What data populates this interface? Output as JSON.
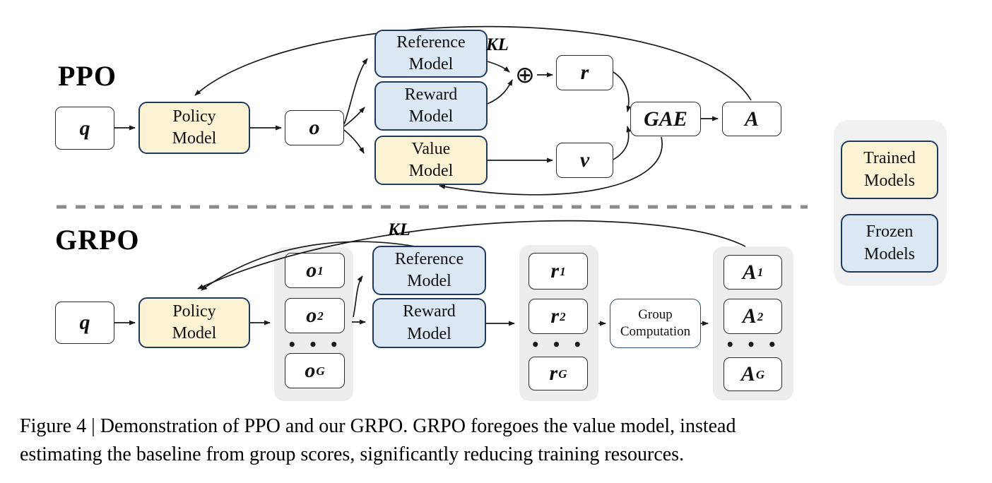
{
  "ppo": {
    "label": "PPO",
    "q": "q",
    "policy_model": "Policy\nModel",
    "o": "o",
    "reference_model": "Reference\nModel",
    "reward_model": "Reward\nModel",
    "value_model": "Value\nModel",
    "kl_label": "KL",
    "oplus": "⊕",
    "r": "r",
    "v": "v",
    "gae": "GAE",
    "advantage": "A"
  },
  "grpo": {
    "label": "GRPO",
    "q": "q",
    "policy_model": "Policy\nModel",
    "reference_model": "Reference\nModel",
    "reward_model": "Reward\nModel",
    "kl_label": "KL",
    "group_computation": "Group\nComputation",
    "ellipsis": "• • •",
    "outputs": [
      {
        "base": "o",
        "sub": "1"
      },
      {
        "base": "o",
        "sub": "2"
      },
      {
        "base": "o",
        "sub": "G"
      }
    ],
    "rewards": [
      {
        "base": "r",
        "sub": "1"
      },
      {
        "base": "r",
        "sub": "2"
      },
      {
        "base": "r",
        "sub": "G"
      }
    ],
    "advantages": [
      {
        "base": "A",
        "sub": "1"
      },
      {
        "base": "A",
        "sub": "2"
      },
      {
        "base": "A",
        "sub": "G"
      }
    ]
  },
  "legend": {
    "trained_label": "Trained\nModels",
    "frozen_label": "Frozen\nModels"
  },
  "caption": {
    "line1": "Figure 4 | Demonstration of PPO and our GRPO. GRPO foregoes the value model, instead",
    "line2": "estimating the baseline from group scores, significantly reducing training resources."
  },
  "colors": {
    "trained_fill": "#FCF2D4",
    "frozen_fill": "#DBE8F4",
    "model_border": "#1F3A5C",
    "group_bg": "#EDEDED",
    "legend_bg": "#F1F1F1",
    "divider": "#8C8C8C",
    "arrow": "#1A1A1A"
  }
}
